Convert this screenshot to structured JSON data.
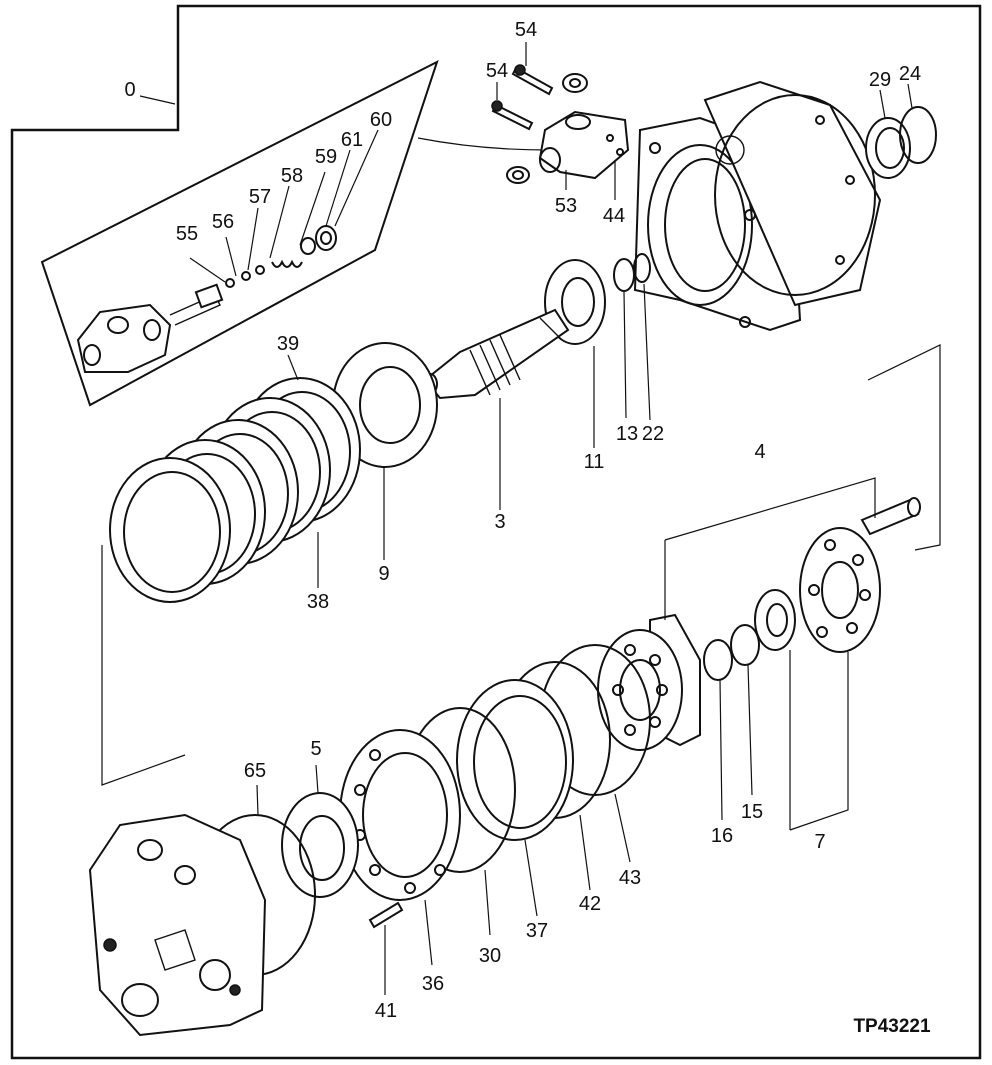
{
  "figure_id": "TP43221",
  "callouts": {
    "c0": "0",
    "c3": "3",
    "c4": "4",
    "c5": "5",
    "c7": "7",
    "c9": "9",
    "c11": "11",
    "c13": "13",
    "c15": "15",
    "c16": "16",
    "c22": "22",
    "c24": "24",
    "c29": "29",
    "c30": "30",
    "c36": "36",
    "c37": "37",
    "c38": "38",
    "c39": "39",
    "c41": "41",
    "c42": "42",
    "c43": "43",
    "c44": "44",
    "c53": "53",
    "c54a": "54",
    "c54b": "54",
    "c55": "55",
    "c56": "56",
    "c57": "57",
    "c58": "58",
    "c59": "59",
    "c60": "60",
    "c61": "61",
    "c65": "65"
  }
}
